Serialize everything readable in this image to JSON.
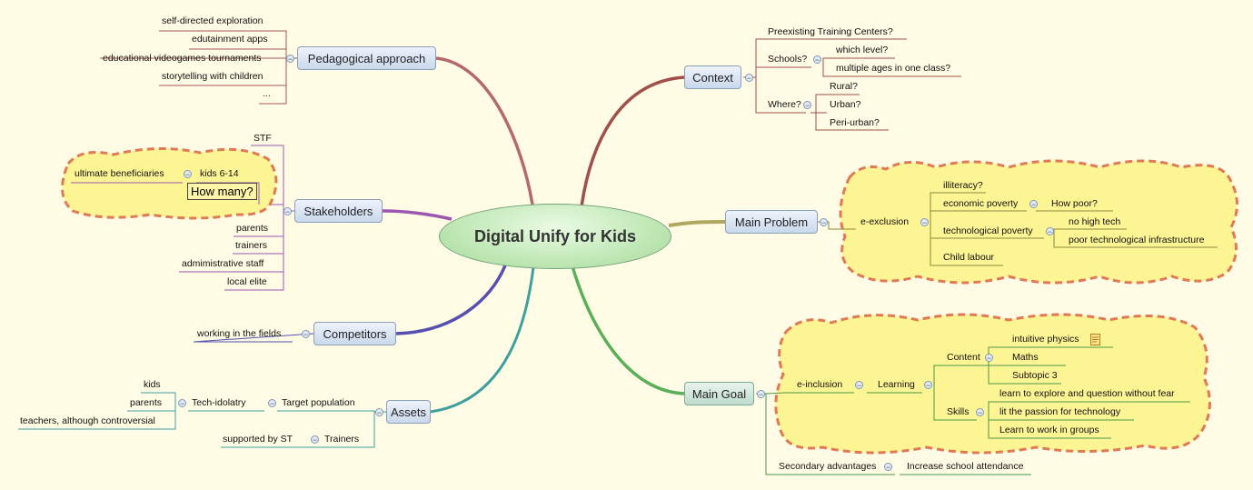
{
  "central": {
    "title": "Digital Unify for Kids"
  },
  "pedagogical": {
    "label": "Pedagogical approach",
    "items": [
      "self-directed exploration",
      "edutainment apps",
      "educational videogames tournaments",
      "storytelling with children",
      "..."
    ]
  },
  "stakeholders": {
    "label": "Stakeholders",
    "stf": "STF",
    "ultimate": "ultimate beneficiaries",
    "kids": "kids 6-14",
    "howmany": "How many?",
    "others": [
      "parents",
      "trainers",
      "admimistrative staff",
      "local elite"
    ]
  },
  "competitors": {
    "label": "Competitors",
    "item": "working in the fields"
  },
  "assets": {
    "label": "Assets",
    "target": "Target population",
    "techidolatry": "Tech-idolatry",
    "people": [
      "kids",
      "parents",
      "teachers, although controversial"
    ],
    "trainers": "Trainers",
    "supported": "supported by ST"
  },
  "context": {
    "label": "Context",
    "preexisting": "Preexisting Training Centers?",
    "schools": "Schools?",
    "schools_items": [
      "which level?",
      "multiple ages in one class?"
    ],
    "where": "Where?",
    "where_items": [
      "Rural?",
      "Urban?",
      "Peri-urban?"
    ]
  },
  "problem": {
    "label": "Main Problem",
    "exclusion": "e-exclusion",
    "illiteracy": "illiteracy?",
    "economic": "economic poverty",
    "howpoor": "How poor?",
    "technological": "technological poverty",
    "tech_items": [
      "no high tech",
      "poor technological infrastructure"
    ],
    "child": "Child labour"
  },
  "goal": {
    "label": "Main Goal",
    "inclusion": "e-inclusion",
    "learning": "Learning",
    "content": "Content",
    "content_items": [
      "intuitive physics",
      "Maths",
      "Subtopic 3"
    ],
    "skills": "Skills",
    "skills_items": [
      "learn to explore and question without fear",
      "lit the passion for technology",
      "Learn to work in groups"
    ],
    "secondary": "Secondary advantages",
    "increase": "Increase school attendance"
  },
  "colors": {
    "ped": "#b06060",
    "stake": "#9b57b0",
    "comp": "#5550b0",
    "assets": "#3d9fa0",
    "context": "#a0504a",
    "problem": "#a8a060",
    "goal": "#5ab05a"
  }
}
